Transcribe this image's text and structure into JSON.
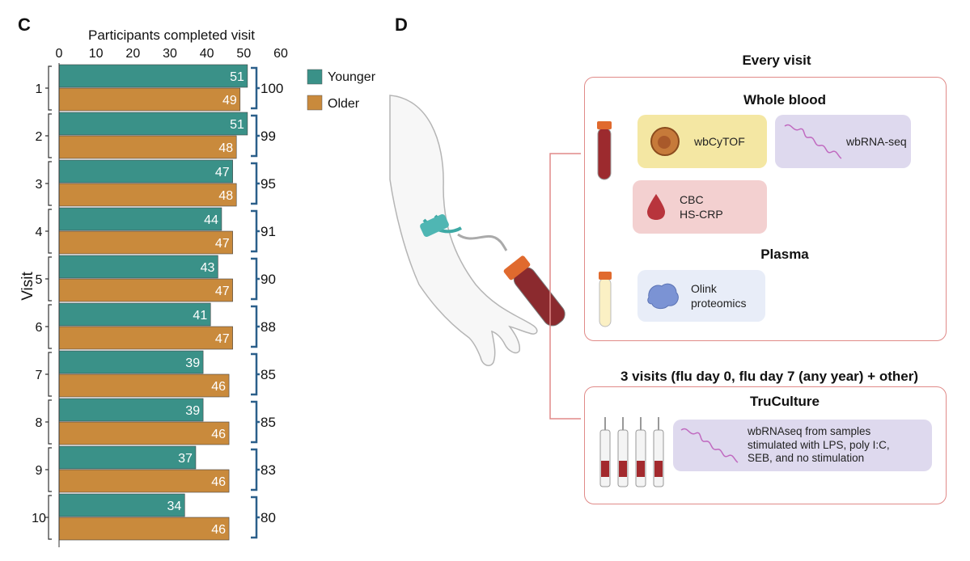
{
  "panel_c_label": "C",
  "panel_d_label": "D",
  "chart_data": {
    "type": "bar",
    "orientation": "horizontal",
    "xlabel": "Participants completed visit",
    "ylabel": "Visit",
    "xlim": [
      0,
      60
    ],
    "xticks": [
      "0",
      "10",
      "20",
      "30",
      "40",
      "50",
      "60"
    ],
    "categories": [
      "1",
      "2",
      "3",
      "4",
      "5",
      "6",
      "7",
      "8",
      "9",
      "10"
    ],
    "series": [
      {
        "name": "Younger",
        "color": "#3a9188",
        "values": [
          51,
          51,
          47,
          44,
          43,
          41,
          39,
          39,
          37,
          34
        ]
      },
      {
        "name": "Older",
        "color": "#c98a3c",
        "values": [
          49,
          48,
          48,
          47,
          47,
          47,
          46,
          46,
          46,
          46
        ]
      }
    ],
    "totals": [
      "100",
      "99",
      "95",
      "91",
      "90",
      "88",
      "85",
      "85",
      "83",
      "80"
    ],
    "legend_position": "right",
    "grid": false
  },
  "diagram": {
    "every_visit_title": "Every visit",
    "whole_blood_title": "Whole blood",
    "wbcytof_label": "wbCyTOF",
    "wbrnaseq_label": "wbRNA-seq",
    "cbc_label": "CBC",
    "hscrp_label": "HS-CRP",
    "plasma_title": "Plasma",
    "olink_label": "Olink",
    "proteomics_label": "proteomics",
    "three_visits_title": "3 visits (flu day 0, flu day 7 (any year) + other)",
    "truculture_title": "TruCulture",
    "truculture_line1": "wbRNAseq from samples",
    "truculture_line2": "stimulated with LPS, poly I:C,",
    "truculture_line3": "SEB, and no stimulation"
  },
  "colors": {
    "box_border": "#e08a88",
    "cytof_bg": "#f4e7a3",
    "rnaseq_bg": "#ded9ee",
    "cbc_bg": "#f3d0d0",
    "olink_bg": "#e8edf8",
    "bracket": "#2b5f8a"
  }
}
